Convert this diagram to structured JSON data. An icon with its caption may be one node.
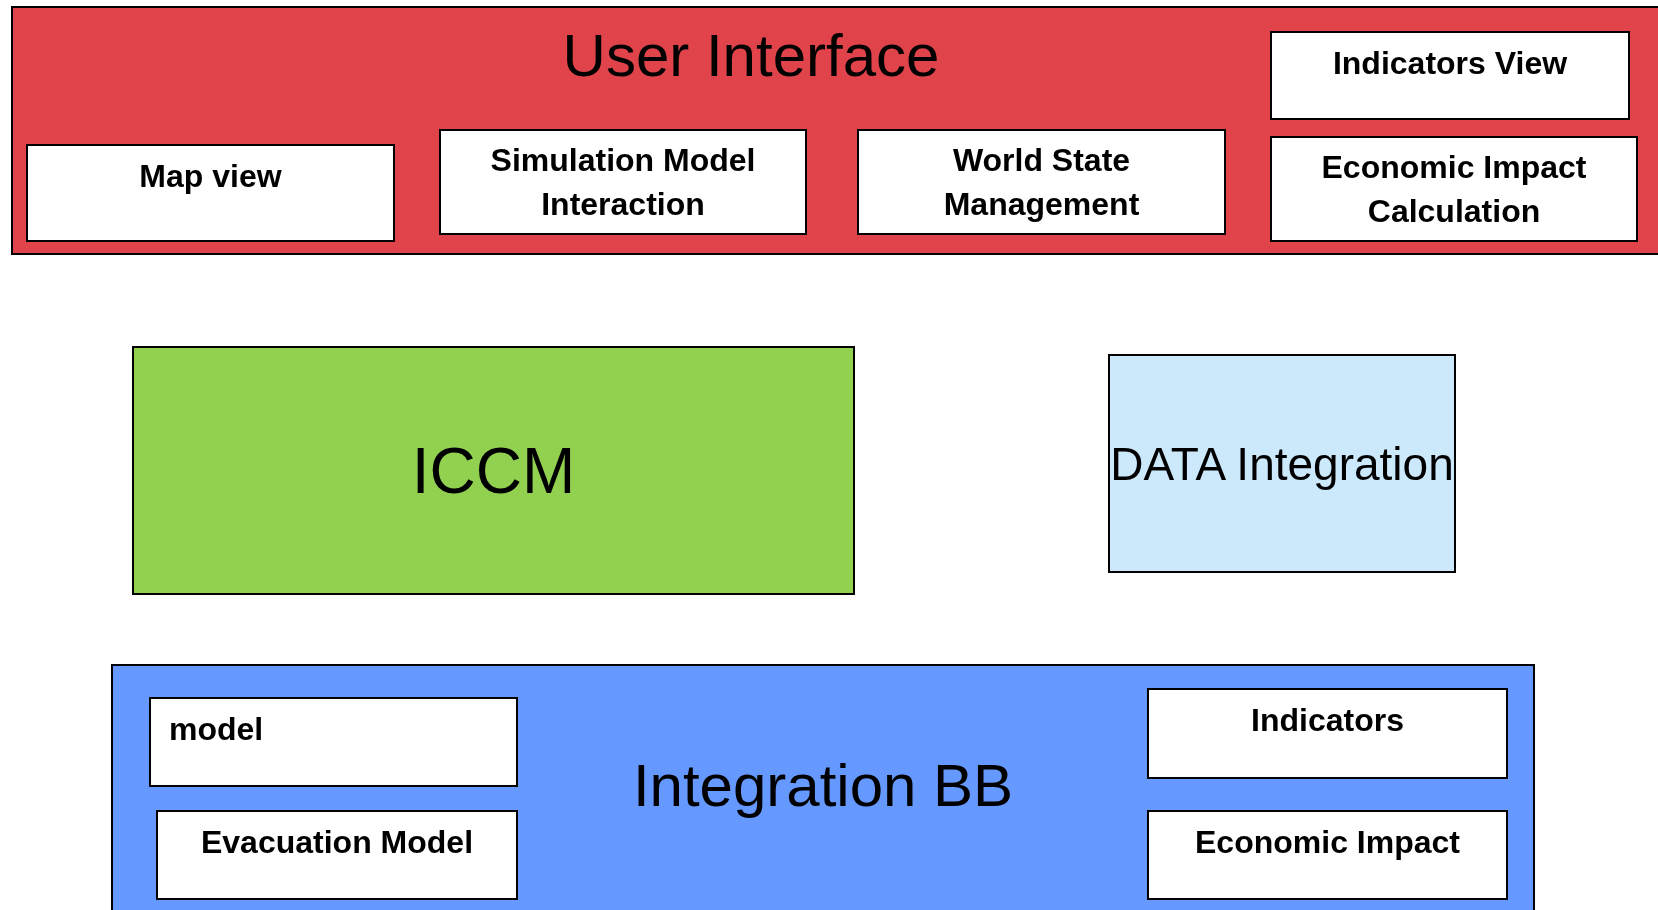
{
  "diagram": {
    "nodes": [
      {
        "text": [
          "User Interface"
        ]
      },
      {
        "text": [
          "Map view"
        ],
        "in": 0
      },
      {
        "text": [
          "Simulation Model Interaction"
        ],
        "in": 0
      },
      {
        "text": [
          "World State Management"
        ],
        "in": 0
      },
      {
        "text": [
          "Indicators View"
        ],
        "in": 0
      },
      {
        "text": [
          "Economic Impact Calculation"
        ],
        "in": 0
      },
      {
        "text": [
          "ICCM"
        ]
      },
      {
        "text": [
          "DATA Integration"
        ]
      },
      {
        "text": [
          "Integration BB"
        ]
      },
      {
        "text": [
          "model"
        ],
        "in": 8
      },
      {
        "text": [
          "Evacuation Model"
        ],
        "in": 8
      },
      {
        "text": [
          "Indicators"
        ],
        "in": 8
      },
      {
        "text": [
          "Economic Impact"
        ],
        "in": 8
      }
    ]
  }
}
